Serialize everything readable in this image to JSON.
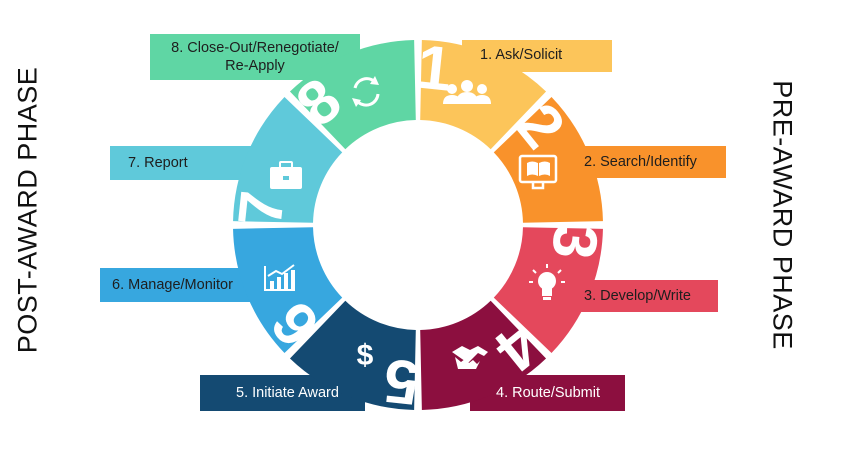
{
  "phases": {
    "post_award": "POST-AWARD PHASE",
    "pre_award": "PRE-AWARD PHASE"
  },
  "steps": [
    {
      "number": "1",
      "label": "1.  Ask/Solicit",
      "color": "#fcc55a",
      "icon": "people-group-icon"
    },
    {
      "number": "2",
      "label": "2. Search/Identify",
      "color": "#f9922b",
      "icon": "book-monitor-icon"
    },
    {
      "number": "3",
      "label": "3. Develop/Write",
      "color": "#e4485c",
      "icon": "lightbulb-icon"
    },
    {
      "number": "4",
      "label": "4. Route/Submit",
      "color": "#8c0f3f",
      "icon": "handshake-icon"
    },
    {
      "number": "5",
      "label": "5. Initiate Award",
      "color": "#144a72",
      "icon": "dollar-icon"
    },
    {
      "number": "6",
      "label": "6. Manage/Monitor",
      "color": "#37a7df",
      "icon": "bar-chart-icon"
    },
    {
      "number": "7",
      "label": "7. Report",
      "color": "#5fc9da",
      "icon": "briefcase-icon"
    },
    {
      "number": "8",
      "label_line1": "8. Close-Out/Renegotiate/",
      "label_line2": "Re-Apply",
      "color": "#5fd6a4",
      "icon": "cycle-arrows-icon"
    }
  ]
}
